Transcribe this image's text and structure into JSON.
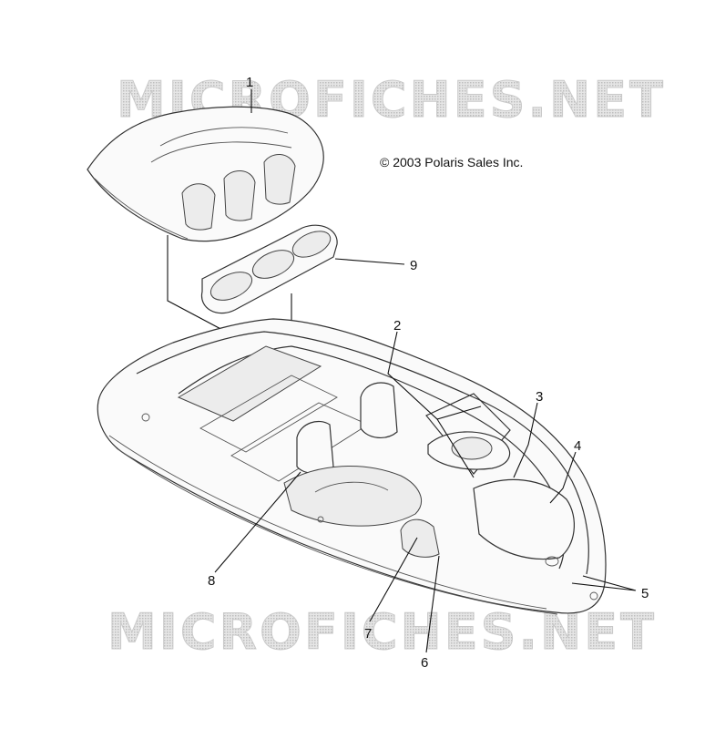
{
  "watermark": {
    "top": "MICROFICHES.NET",
    "bottom": "MICROFICHES.NET"
  },
  "copyright": "© 2003 Polaris Sales Inc.",
  "callouts": [
    "1",
    "2",
    "3",
    "4",
    "5",
    "6",
    "7",
    "8",
    "9"
  ]
}
